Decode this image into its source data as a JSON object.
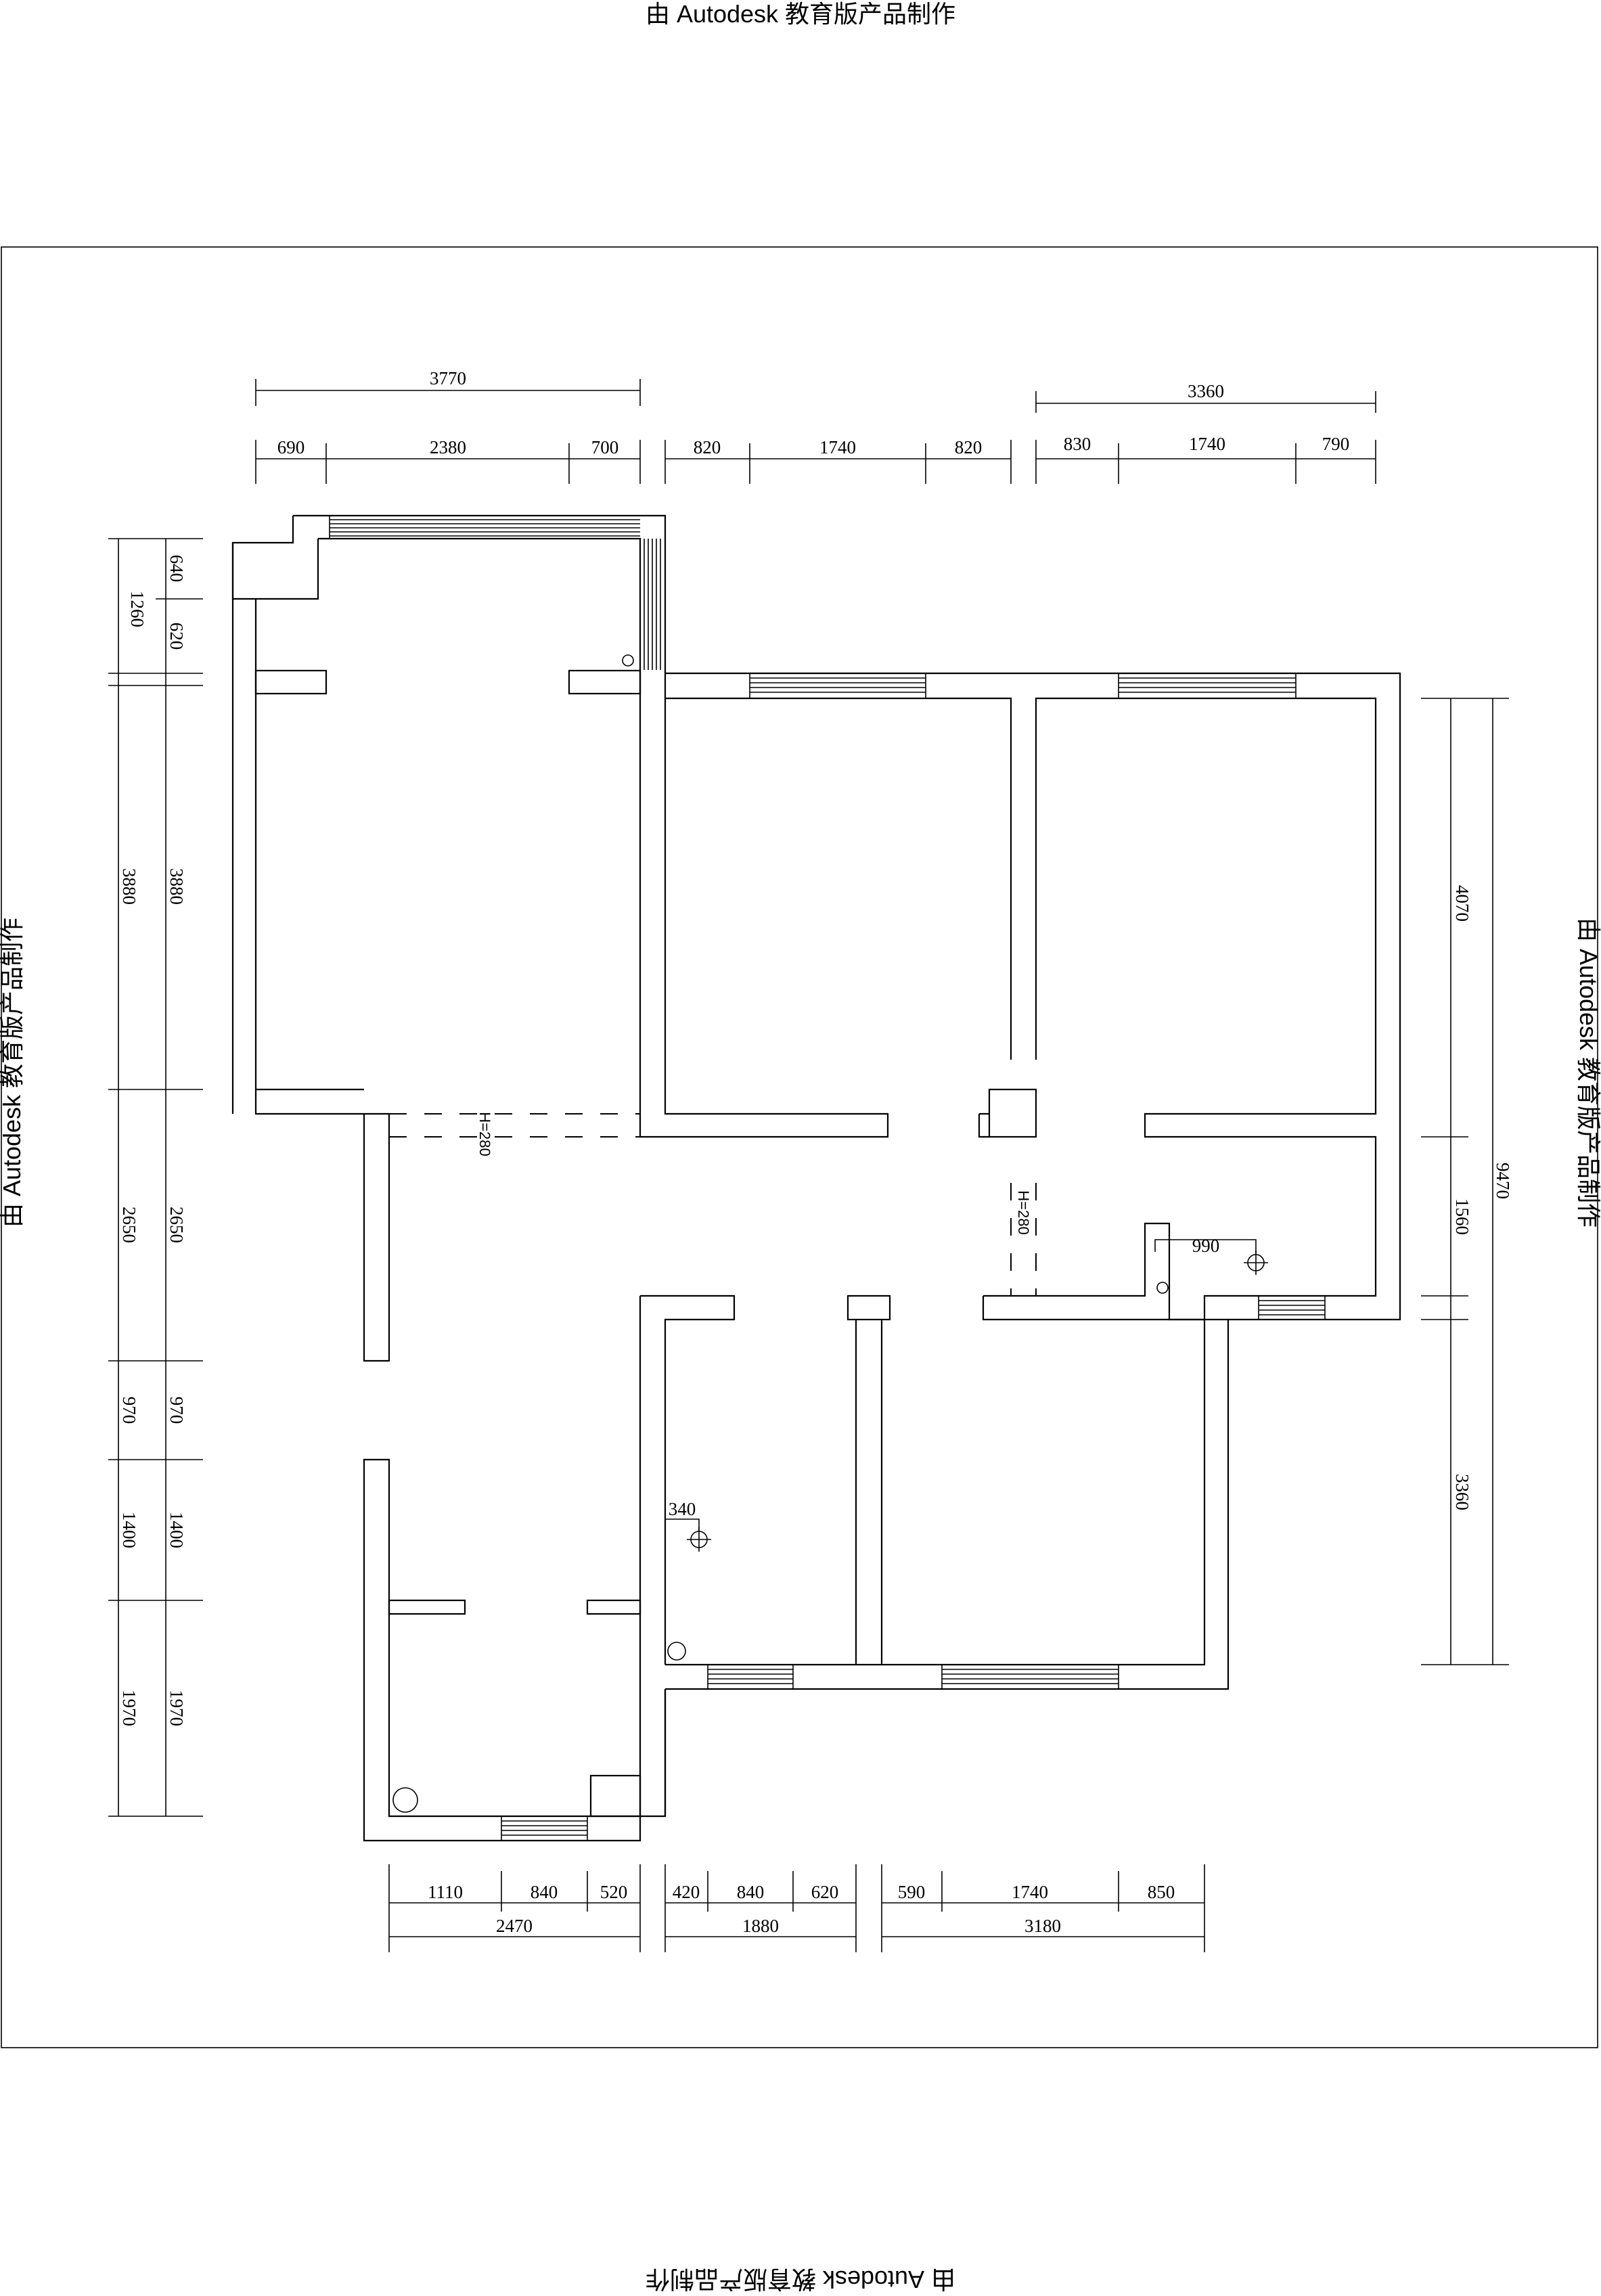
{
  "watermark": "由 Autodesk 教育版产品制作",
  "dimensions": {
    "top_overall_left": "3770",
    "top_overall_right": "3360",
    "top_segments": [
      "690",
      "2380",
      "700",
      "820",
      "1740",
      "820",
      "830",
      "1740",
      "790"
    ],
    "bottom_segments": [
      "1110",
      "840",
      "520",
      "420",
      "840",
      "620",
      "590",
      "1740",
      "850"
    ],
    "bottom_overall": [
      "2470",
      "1880",
      "3180"
    ],
    "left_outer": [
      "1260",
      "3880",
      "2650",
      "970",
      "1400",
      "1970"
    ],
    "left_inner": [
      "640",
      "620",
      "3880",
      "2650",
      "970",
      "1400",
      "1970"
    ],
    "right_segments": [
      "4070",
      "1560",
      "3360"
    ],
    "right_overall": "9470"
  },
  "annotations": {
    "beam_height_left": "H=280",
    "beam_height_right": "H=280",
    "offset_kitchen": "990",
    "offset_dining": "340"
  }
}
